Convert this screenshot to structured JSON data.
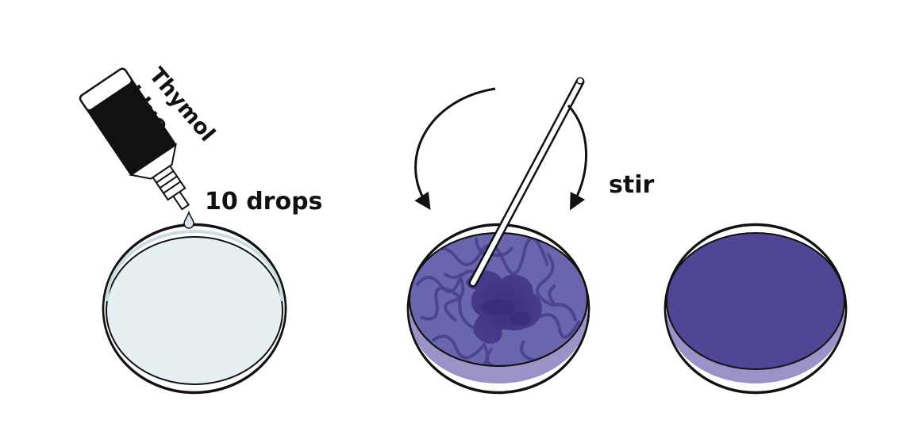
{
  "labels": {
    "bottle": [
      "Thymol",
      "blue"
    ],
    "drops": "10 drops",
    "stir": "stir"
  },
  "colors": {
    "outline": "#111111",
    "water": "#e6f0f3",
    "water_rim": "#c9dde3",
    "purple_light": "#6a66ad",
    "purple_mid": "#5e56a3",
    "purple_dark": "#4a3d8e",
    "purple_final": "#504696",
    "purple_side": "#9b93c8",
    "swirl": "#3f3585"
  },
  "icons": {
    "dropper": "dropper-bottle-icon",
    "stir_rod": "stirring-rod-icon",
    "stir_arrow": "circular-arrow-icon"
  }
}
